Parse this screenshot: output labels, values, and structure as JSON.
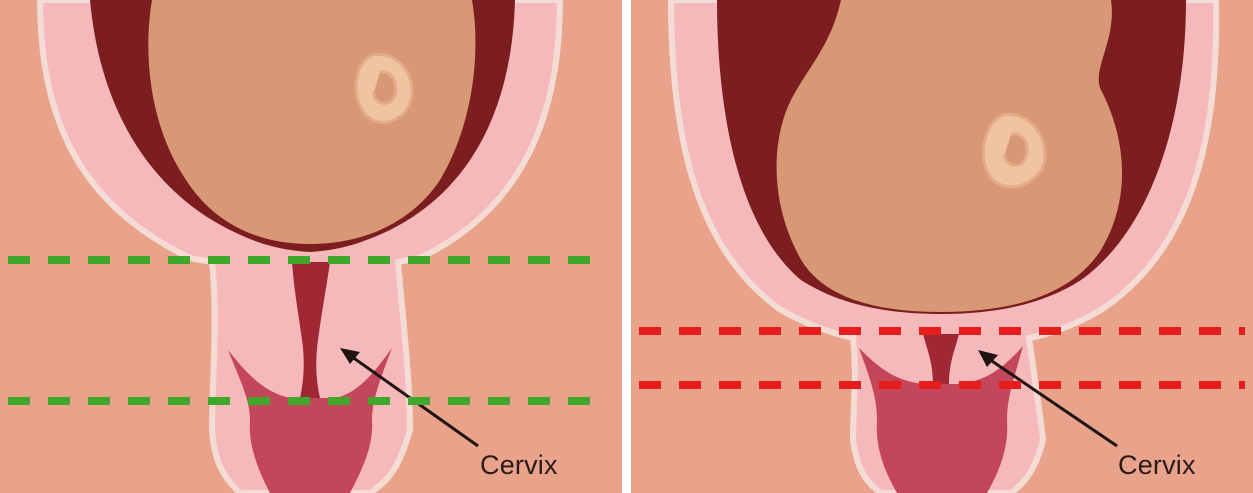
{
  "panels": [
    {
      "id": "normal",
      "label": "Cervix",
      "marker_color": "#3fa72c"
    },
    {
      "id": "short",
      "label": "Cervix",
      "marker_color": "#e51d1d"
    }
  ],
  "colors": {
    "background": "#e8a38a",
    "uterine_wall": "#f6b9bb",
    "wall_edge": "#f2dfd8",
    "cavity": "#7c1d20",
    "fetus": "#d89875",
    "ear": "#f0c3a3",
    "canal": "#a02834",
    "vagina": "#c3465a",
    "divider": "#ffffff"
  }
}
